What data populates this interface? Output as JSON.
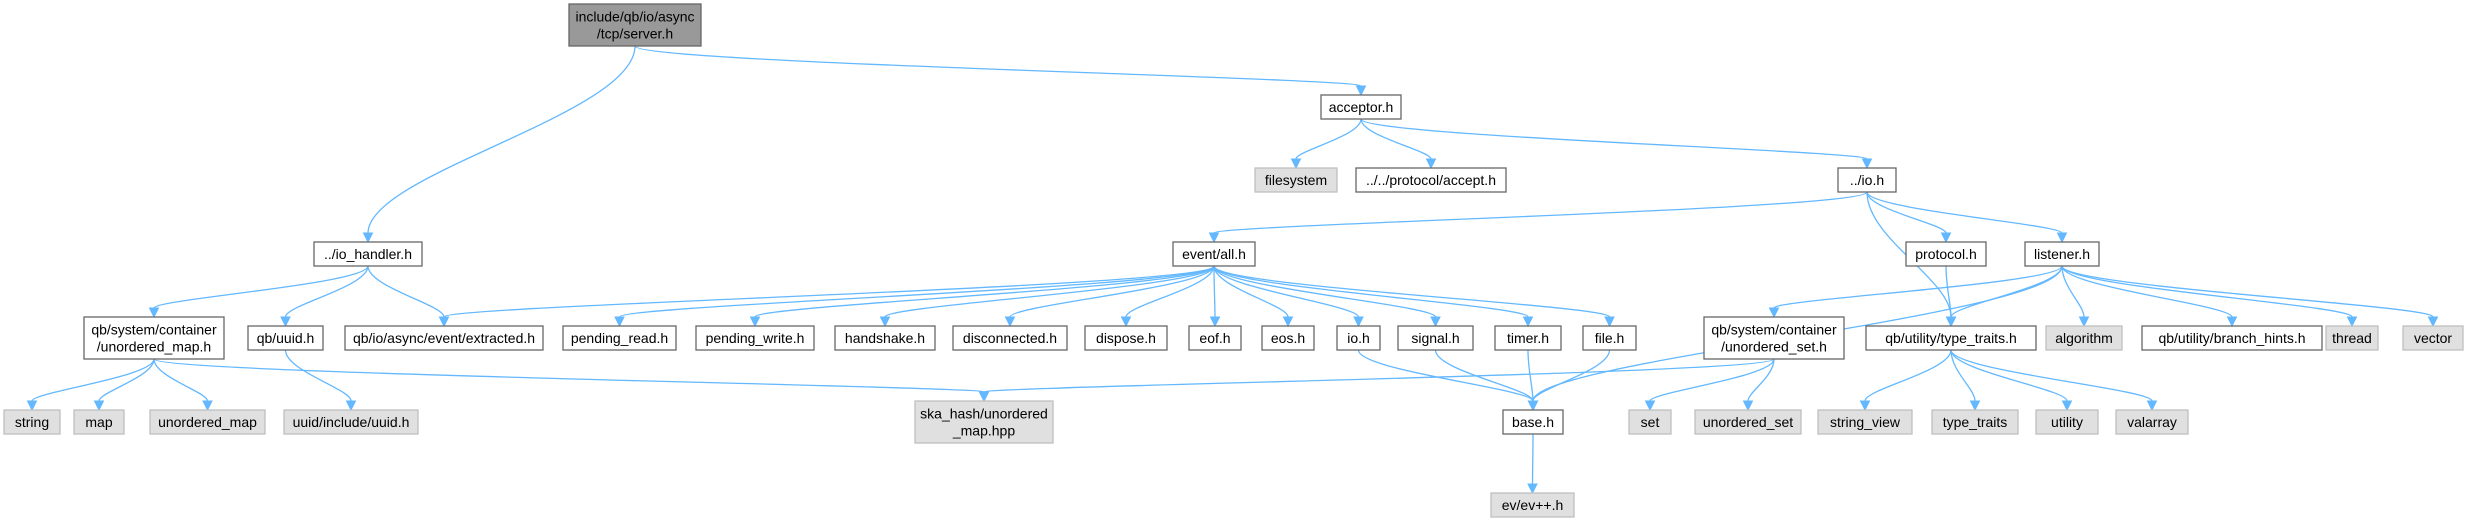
{
  "colors": {
    "root_fill": "#999999",
    "header_fill": "#ffffff",
    "system_fill": "#e0e0e0",
    "node_stroke": "#666666",
    "edge": "#63b8ff"
  },
  "nodes": [
    {
      "id": "server",
      "lines": [
        "include/qb/io/async",
        "/tcp/server.h"
      ],
      "kind": "root"
    },
    {
      "id": "acceptor",
      "lines": [
        "acceptor.h"
      ],
      "kind": "header"
    },
    {
      "id": "filesystem",
      "lines": [
        "filesystem"
      ],
      "kind": "system"
    },
    {
      "id": "accept",
      "lines": [
        "../../protocol/accept.h"
      ],
      "kind": "header"
    },
    {
      "id": "io",
      "lines": [
        "../io.h"
      ],
      "kind": "header"
    },
    {
      "id": "io_handler",
      "lines": [
        "../io_handler.h"
      ],
      "kind": "header"
    },
    {
      "id": "eventall",
      "lines": [
        "event/all.h"
      ],
      "kind": "header"
    },
    {
      "id": "protocol",
      "lines": [
        "protocol.h"
      ],
      "kind": "header"
    },
    {
      "id": "listener",
      "lines": [
        "listener.h"
      ],
      "kind": "header"
    },
    {
      "id": "unordered_map_h",
      "lines": [
        "qb/system/container",
        "/unordered_map.h"
      ],
      "kind": "header"
    },
    {
      "id": "uuid",
      "lines": [
        "qb/uuid.h"
      ],
      "kind": "header"
    },
    {
      "id": "extracted",
      "lines": [
        "qb/io/async/event/extracted.h"
      ],
      "kind": "header"
    },
    {
      "id": "pending_read",
      "lines": [
        "pending_read.h"
      ],
      "kind": "header"
    },
    {
      "id": "pending_write",
      "lines": [
        "pending_write.h"
      ],
      "kind": "header"
    },
    {
      "id": "handshake",
      "lines": [
        "handshake.h"
      ],
      "kind": "header"
    },
    {
      "id": "disconnected",
      "lines": [
        "disconnected.h"
      ],
      "kind": "header"
    },
    {
      "id": "dispose",
      "lines": [
        "dispose.h"
      ],
      "kind": "header"
    },
    {
      "id": "eof",
      "lines": [
        "eof.h"
      ],
      "kind": "header"
    },
    {
      "id": "eos",
      "lines": [
        "eos.h"
      ],
      "kind": "header"
    },
    {
      "id": "ioh",
      "lines": [
        "io.h"
      ],
      "kind": "header"
    },
    {
      "id": "signal",
      "lines": [
        "signal.h"
      ],
      "kind": "header"
    },
    {
      "id": "timer",
      "lines": [
        "timer.h"
      ],
      "kind": "header"
    },
    {
      "id": "file",
      "lines": [
        "file.h"
      ],
      "kind": "header"
    },
    {
      "id": "unordered_set_h",
      "lines": [
        "qb/system/container",
        "/unordered_set.h"
      ],
      "kind": "header"
    },
    {
      "id": "type_traits_h",
      "lines": [
        "qb/utility/type_traits.h"
      ],
      "kind": "header"
    },
    {
      "id": "algorithm",
      "lines": [
        "algorithm"
      ],
      "kind": "system"
    },
    {
      "id": "branch_hints",
      "lines": [
        "qb/utility/branch_hints.h"
      ],
      "kind": "header"
    },
    {
      "id": "thread",
      "lines": [
        "thread"
      ],
      "kind": "system"
    },
    {
      "id": "vector",
      "lines": [
        "vector"
      ],
      "kind": "system"
    },
    {
      "id": "string",
      "lines": [
        "string"
      ],
      "kind": "system"
    },
    {
      "id": "map",
      "lines": [
        "map"
      ],
      "kind": "system"
    },
    {
      "id": "unordered_map",
      "lines": [
        "unordered_map"
      ],
      "kind": "system"
    },
    {
      "id": "uuid_inc",
      "lines": [
        "uuid/include/uuid.h"
      ],
      "kind": "system"
    },
    {
      "id": "ska",
      "lines": [
        "ska_hash/unordered",
        "_map.hpp"
      ],
      "kind": "system"
    },
    {
      "id": "base",
      "lines": [
        "base.h"
      ],
      "kind": "header"
    },
    {
      "id": "set",
      "lines": [
        "set"
      ],
      "kind": "system"
    },
    {
      "id": "unordered_set",
      "lines": [
        "unordered_set"
      ],
      "kind": "system"
    },
    {
      "id": "string_view",
      "lines": [
        "string_view"
      ],
      "kind": "system"
    },
    {
      "id": "type_traits",
      "lines": [
        "type_traits"
      ],
      "kind": "system"
    },
    {
      "id": "utility",
      "lines": [
        "utility"
      ],
      "kind": "system"
    },
    {
      "id": "valarray",
      "lines": [
        "valarray"
      ],
      "kind": "system"
    },
    {
      "id": "evpp",
      "lines": [
        "ev/ev++.h"
      ],
      "kind": "system"
    }
  ],
  "edges": [
    [
      "server",
      "acceptor"
    ],
    [
      "server",
      "io_handler"
    ],
    [
      "acceptor",
      "filesystem"
    ],
    [
      "acceptor",
      "accept"
    ],
    [
      "acceptor",
      "io"
    ],
    [
      "io",
      "eventall"
    ],
    [
      "io",
      "protocol"
    ],
    [
      "io",
      "listener"
    ],
    [
      "io",
      "type_traits_h"
    ],
    [
      "io_handler",
      "unordered_map_h"
    ],
    [
      "io_handler",
      "uuid"
    ],
    [
      "io_handler",
      "extracted"
    ],
    [
      "eventall",
      "extracted"
    ],
    [
      "eventall",
      "pending_read"
    ],
    [
      "eventall",
      "pending_write"
    ],
    [
      "eventall",
      "handshake"
    ],
    [
      "eventall",
      "disconnected"
    ],
    [
      "eventall",
      "dispose"
    ],
    [
      "eventall",
      "eof"
    ],
    [
      "eventall",
      "eos"
    ],
    [
      "eventall",
      "ioh"
    ],
    [
      "eventall",
      "signal"
    ],
    [
      "eventall",
      "timer"
    ],
    [
      "eventall",
      "file"
    ],
    [
      "protocol",
      "type_traits_h"
    ],
    [
      "listener",
      "base"
    ],
    [
      "listener",
      "unordered_set_h"
    ],
    [
      "listener",
      "type_traits_h"
    ],
    [
      "listener",
      "algorithm"
    ],
    [
      "listener",
      "branch_hints"
    ],
    [
      "listener",
      "thread"
    ],
    [
      "listener",
      "vector"
    ],
    [
      "unordered_map_h",
      "string"
    ],
    [
      "unordered_map_h",
      "map"
    ],
    [
      "unordered_map_h",
      "unordered_map"
    ],
    [
      "unordered_map_h",
      "ska"
    ],
    [
      "uuid",
      "uuid_inc"
    ],
    [
      "ioh",
      "base"
    ],
    [
      "signal",
      "base"
    ],
    [
      "timer",
      "base"
    ],
    [
      "file",
      "base"
    ],
    [
      "unordered_set_h",
      "ska"
    ],
    [
      "unordered_set_h",
      "set"
    ],
    [
      "unordered_set_h",
      "unordered_set"
    ],
    [
      "type_traits_h",
      "string_view"
    ],
    [
      "type_traits_h",
      "type_traits"
    ],
    [
      "type_traits_h",
      "utility"
    ],
    [
      "type_traits_h",
      "valarray"
    ],
    [
      "base",
      "evpp"
    ]
  ]
}
